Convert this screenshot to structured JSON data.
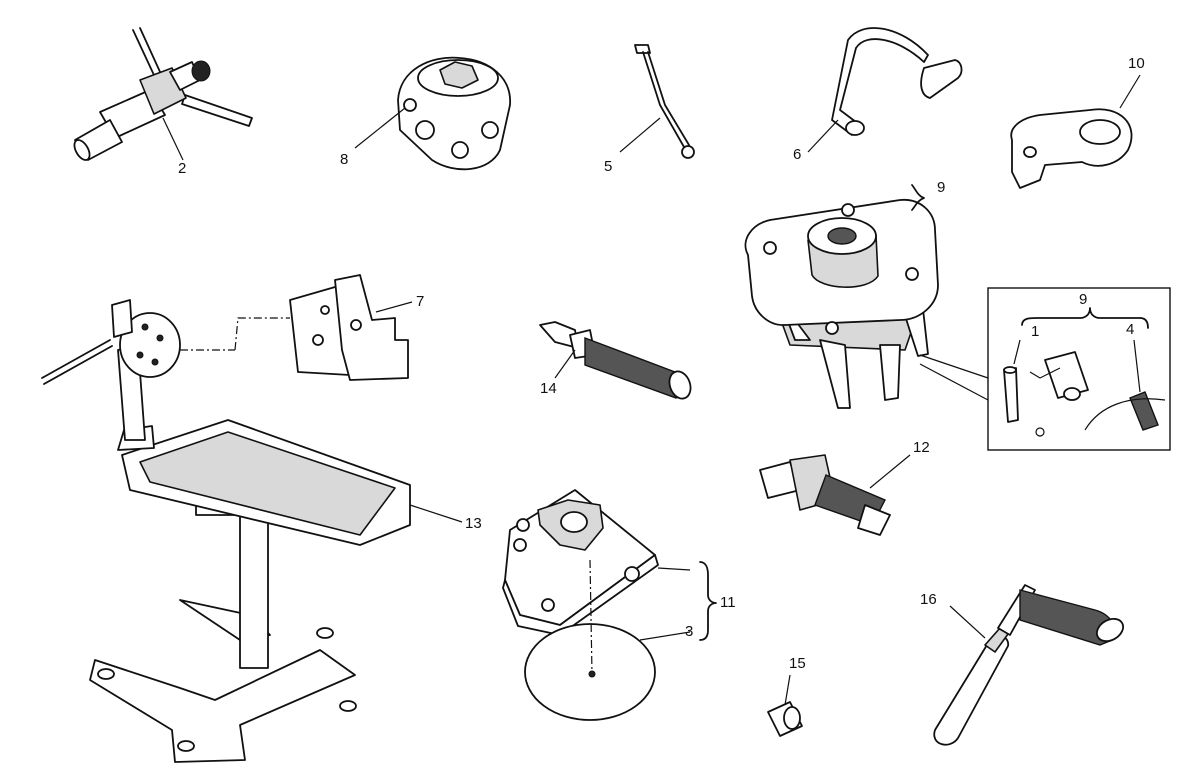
{
  "callouts": {
    "c2": "2",
    "c8": "8",
    "c5": "5",
    "c6": "6",
    "c10": "10",
    "c9_top": "9",
    "c9_detail": "9",
    "c1": "1",
    "c4": "4",
    "c7": "7",
    "c14": "14",
    "c12": "12",
    "c13": "13",
    "c11": "11",
    "c3": "3",
    "c16": "16",
    "c15": "15"
  }
}
